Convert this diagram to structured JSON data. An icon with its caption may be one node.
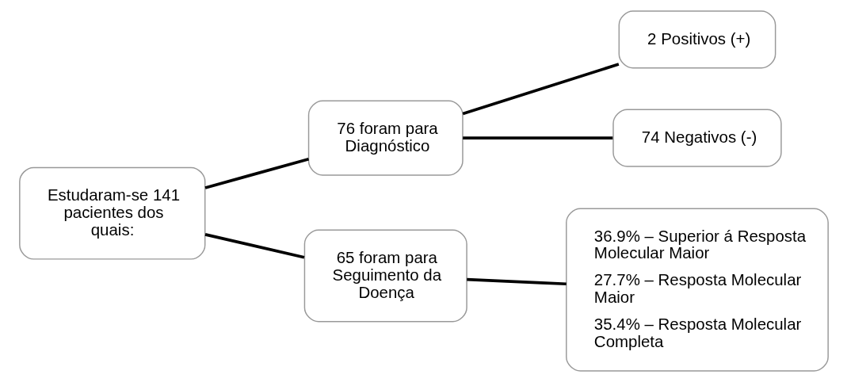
{
  "diagram": {
    "nodes": [
      {
        "text": [
          "Estudaram-se 141 pacientes dos quais:"
        ]
      },
      {
        "text": [
          "76 foram para Diagnóstico"
        ]
      },
      {
        "text": [
          "65 foram para Seguimento da Doença"
        ]
      },
      {
        "text": [
          "2 Positivos (+)"
        ]
      },
      {
        "text": [
          "74 Negativos (-)"
        ]
      },
      {
        "text": [
          "36.9% – Superior á Resposta Molecular Maior",
          "27.7% – Resposta Molecular Maior",
          "35.4% – Resposta Molecular Completa"
        ]
      }
    ],
    "edges": [
      {
        "from": 0,
        "to": 1,
        "arrow": "none"
      },
      {
        "from": 0,
        "to": 2,
        "arrow": "none"
      },
      {
        "from": 1,
        "to": 3,
        "arrow": "none"
      },
      {
        "from": 1,
        "to": 4,
        "arrow": "none"
      },
      {
        "from": 2,
        "to": 5,
        "arrow": "none"
      }
    ]
  }
}
